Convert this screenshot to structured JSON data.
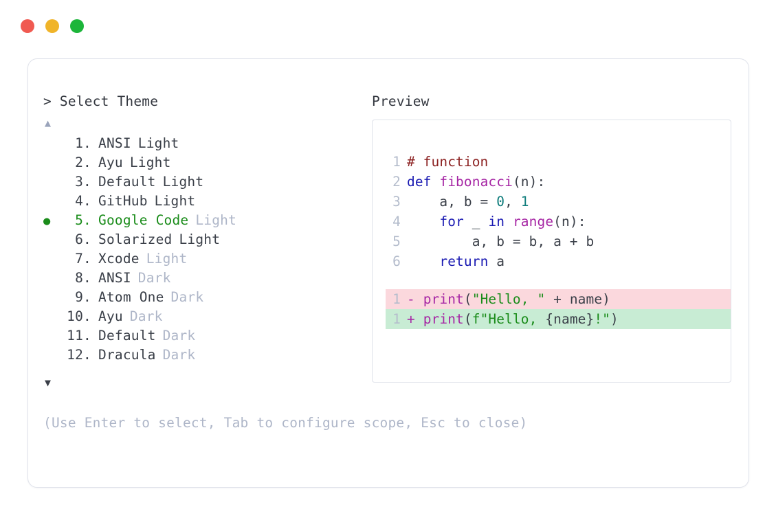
{
  "window": {
    "controls": [
      {
        "name": "close",
        "color": "#f05a51"
      },
      {
        "name": "minimize",
        "color": "#f0b429"
      },
      {
        "name": "maximize",
        "color": "#1cb53a"
      }
    ]
  },
  "left": {
    "prompt_marker": ">",
    "prompt_title": "Select Theme",
    "scroll_up_glyph": "▲",
    "scroll_down_glyph": "▼",
    "selected_index": 5,
    "selected_bullet": "●",
    "themes": [
      {
        "index": "1.",
        "name": "ANSI",
        "variant": "Light",
        "variant_muted": false,
        "selected": false
      },
      {
        "index": "2.",
        "name": "Ayu",
        "variant": "Light",
        "variant_muted": false,
        "selected": false
      },
      {
        "index": "3.",
        "name": "Default",
        "variant": "Light",
        "variant_muted": false,
        "selected": false
      },
      {
        "index": "4.",
        "name": "GitHub",
        "variant": "Light",
        "variant_muted": false,
        "selected": false
      },
      {
        "index": "5.",
        "name": "Google Code",
        "variant": "Light",
        "variant_muted": true,
        "selected": true
      },
      {
        "index": "6.",
        "name": "Solarized",
        "variant": "Light",
        "variant_muted": false,
        "selected": false
      },
      {
        "index": "7.",
        "name": "Xcode",
        "variant": "Light",
        "variant_muted": true,
        "selected": false
      },
      {
        "index": "8.",
        "name": "ANSI",
        "variant": "Dark",
        "variant_muted": true,
        "selected": false
      },
      {
        "index": "9.",
        "name": "Atom One",
        "variant": "Dark",
        "variant_muted": true,
        "selected": false
      },
      {
        "index": "10.",
        "name": "Ayu",
        "variant": "Dark",
        "variant_muted": true,
        "selected": false
      },
      {
        "index": "11.",
        "name": "Default",
        "variant": "Dark",
        "variant_muted": true,
        "selected": false
      },
      {
        "index": "12.",
        "name": "Dracula",
        "variant": "Dark",
        "variant_muted": true,
        "selected": false
      }
    ],
    "hint": "(Use Enter to select, Tab to configure scope, Esc to close)"
  },
  "right": {
    "preview_title": "Preview",
    "code": {
      "lines": [
        {
          "no": "1",
          "tokens": [
            {
              "t": "# function",
              "c": "t-comment"
            }
          ]
        },
        {
          "no": "2",
          "tokens": [
            {
              "t": "def ",
              "c": "t-kw"
            },
            {
              "t": "fibonacci",
              "c": "t-fn"
            },
            {
              "t": "(n):",
              "c": "t-plain"
            }
          ]
        },
        {
          "no": "3",
          "tokens": [
            {
              "t": "    a, b = ",
              "c": "t-plain"
            },
            {
              "t": "0",
              "c": "t-num"
            },
            {
              "t": ", ",
              "c": "t-plain"
            },
            {
              "t": "1",
              "c": "t-num"
            }
          ]
        },
        {
          "no": "4",
          "tokens": [
            {
              "t": "    ",
              "c": "t-plain"
            },
            {
              "t": "for",
              "c": "t-kw"
            },
            {
              "t": " _ ",
              "c": "t-plain"
            },
            {
              "t": "in",
              "c": "t-kw"
            },
            {
              "t": " ",
              "c": "t-plain"
            },
            {
              "t": "range",
              "c": "t-fn"
            },
            {
              "t": "(n):",
              "c": "t-plain"
            }
          ]
        },
        {
          "no": "5",
          "tokens": [
            {
              "t": "        a, b = b, a + b",
              "c": "t-plain"
            }
          ]
        },
        {
          "no": "6",
          "tokens": [
            {
              "t": "    ",
              "c": "t-plain"
            },
            {
              "t": "return",
              "c": "t-kw"
            },
            {
              "t": " a",
              "c": "t-plain"
            }
          ]
        }
      ],
      "diff": [
        {
          "no": "1",
          "kind": "del",
          "tokens": [
            {
              "t": "- ",
              "c": "t-sign"
            },
            {
              "t": "print",
              "c": "t-fn"
            },
            {
              "t": "(",
              "c": "t-plain"
            },
            {
              "t": "\"Hello, \"",
              "c": "t-str"
            },
            {
              "t": " + name)",
              "c": "t-plain"
            }
          ]
        },
        {
          "no": "1",
          "kind": "add",
          "tokens": [
            {
              "t": "+ ",
              "c": "t-sign"
            },
            {
              "t": "print",
              "c": "t-fn"
            },
            {
              "t": "(",
              "c": "t-plain"
            },
            {
              "t": "f\"Hello, ",
              "c": "t-str"
            },
            {
              "t": "{name}",
              "c": "t-plain"
            },
            {
              "t": "!\"",
              "c": "t-str"
            },
            {
              "t": ")",
              "c": "t-plain"
            }
          ]
        }
      ]
    }
  },
  "colors": {
    "accent_green": "#1a8c1a",
    "muted": "#aeb6c8",
    "text": "#3a3f48",
    "border": "#dfe2ea",
    "diff_del_bg": "#fbd8dd",
    "diff_add_bg": "#c8ecd4"
  }
}
